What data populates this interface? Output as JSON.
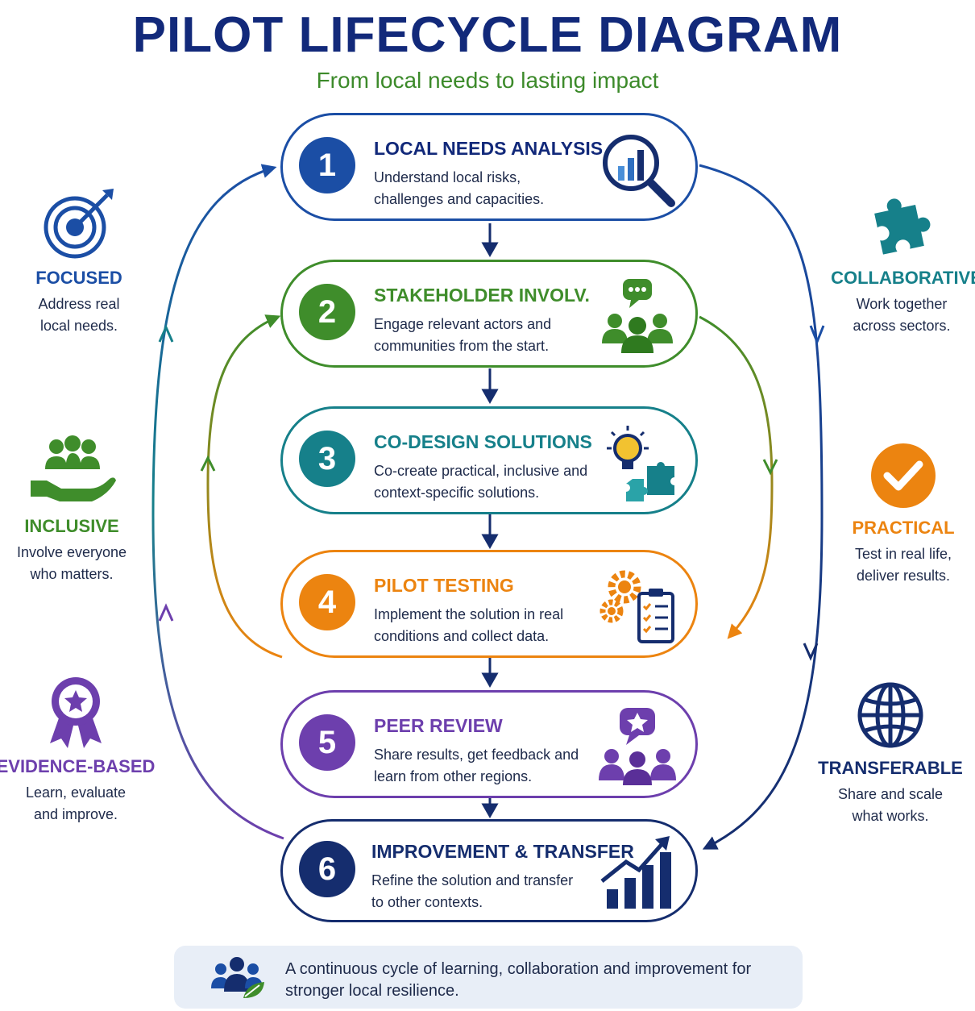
{
  "header": {
    "title": "PILOT LIFECYCLE DIAGRAM",
    "subtitle": "From local needs to lasting impact"
  },
  "steps": [
    {
      "num": "1",
      "title": "LOCAL NEEDS ANALYSIS",
      "desc": "Understand local risks, challenges and capacities.",
      "color": "#1b4ea5",
      "icon": "magnifier-chart-icon"
    },
    {
      "num": "2",
      "title": "STAKEHOLDER INVOLV.",
      "desc": "Engage relevant actors and communities from the start.",
      "color": "#3f8d2b",
      "icon": "people-speech-icon"
    },
    {
      "num": "3",
      "title": "CO-DESIGN SOLUTIONS",
      "desc": "Co-create practical, inclusive and context-specific solutions.",
      "color": "#16808a",
      "icon": "lightbulb-puzzle-icon"
    },
    {
      "num": "4",
      "title": "PILOT TESTING",
      "desc": "Implement the solution in real conditions and collect data.",
      "color": "#ec8410",
      "icon": "gears-checklist-icon"
    },
    {
      "num": "5",
      "title": "PEER REVIEW",
      "desc": "Share results, get feedback and learn from other regions.",
      "color": "#6d3fad",
      "icon": "people-star-icon"
    },
    {
      "num": "6",
      "title": "IMPROVEMENT & TRANSFER",
      "desc": "Refine the solution and transfer to other contexts.",
      "color": "#152d6e",
      "icon": "growth-chart-icon"
    }
  ],
  "principles": {
    "focused": {
      "title": "FOCUSED",
      "desc": "Address real local needs.",
      "color": "#1b4ea5",
      "icon": "target-icon"
    },
    "inclusive": {
      "title": "INCLUSIVE",
      "desc": "Involve everyone who matters.",
      "color": "#3f8d2b",
      "icon": "hand-people-icon"
    },
    "evidence": {
      "title": "EVIDENCE-BASED",
      "desc": "Learn, evaluate and improve.",
      "color": "#6d3fad",
      "icon": "award-ribbon-icon"
    },
    "collaborative": {
      "title": "COLLABORATIVE",
      "desc": "Work together across sectors.",
      "color": "#16808a",
      "icon": "puzzle-icon"
    },
    "practical": {
      "title": "PRACTICAL",
      "desc": "Test in real life, deliver results.",
      "color": "#ec8410",
      "icon": "checkmark-icon"
    },
    "transferable": {
      "title": "TRANSFERABLE",
      "desc": "Share and scale what works.",
      "color": "#152d6e",
      "icon": "globe-icon"
    }
  },
  "footer": {
    "text": "A continuous cycle of learning, collaboration and improvement for stronger local resilience.",
    "icon": "people-leaf-icon"
  }
}
